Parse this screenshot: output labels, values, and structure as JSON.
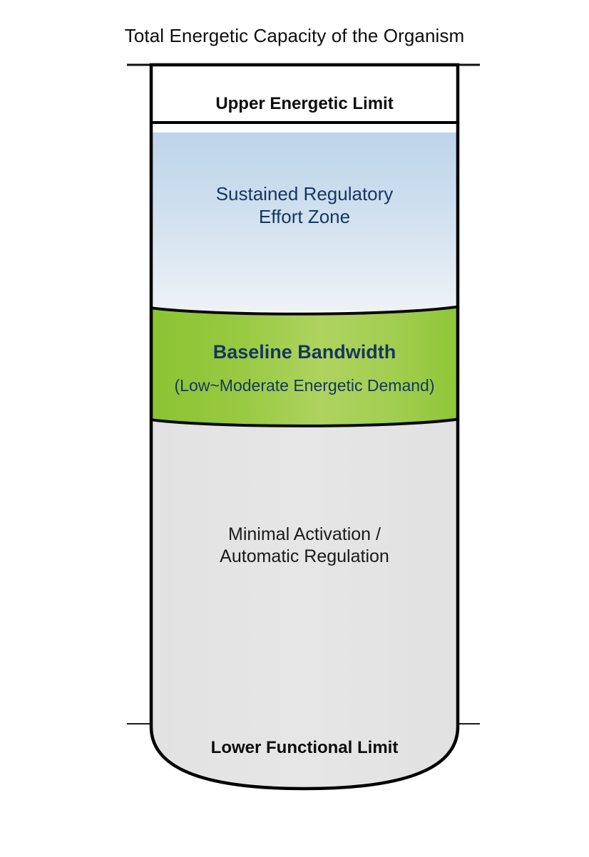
{
  "title": "Total Energetic Capacity of the Organism",
  "diagram": {
    "type": "vertical-vessel-zones",
    "upper_limit_label": "Upper Energetic Limit",
    "lower_limit_label": "Lower Functional Limit",
    "zones": [
      {
        "id": "sustained-regulatory-effort-zone",
        "label": "Sustained Regulatory\nEffort Zone",
        "fill_top": "#bdd4ea",
        "fill_bottom": "#eef2f6",
        "text_color": "#17365d"
      },
      {
        "id": "baseline-bandwidth",
        "label": "Baseline Bandwidth",
        "sublabel": "(Low~Moderate Energetic Demand)",
        "fill_left": "#8cc434",
        "fill_mid": "#aed35f",
        "fill_right": "#8cc434",
        "text_color": "#17365d"
      },
      {
        "id": "minimal-activation-automatic-regulation",
        "label": "Minimal Activation /\nAutomatic Regulation",
        "fill": "#e3e3e3",
        "text_color": "#1a1a1a"
      }
    ],
    "colors": {
      "outline": "#000000",
      "guide_line": "#1a1a1a",
      "background": "#ffffff",
      "title_color": "#0d0d0d"
    }
  }
}
